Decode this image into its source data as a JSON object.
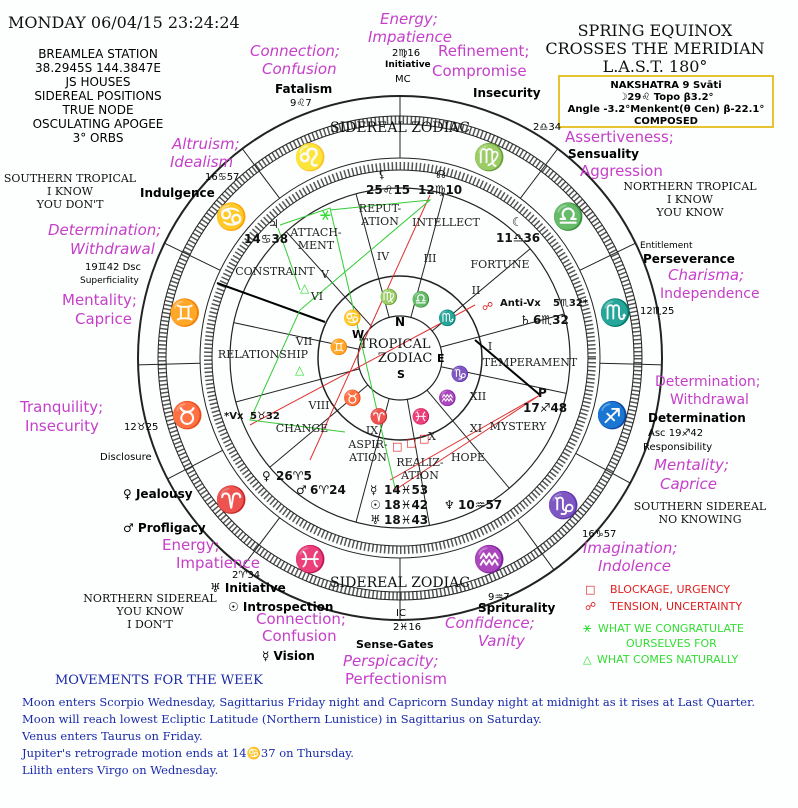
{
  "header": {
    "title": "MONDAY 06/04/15  23:24:24",
    "location": [
      "BREAMLEA STATION",
      "38.2945S  144.3847E",
      "JS HOUSES",
      "SIDEREAL POSITIONS",
      "TRUE NODE",
      "OSCULATING APOGEE",
      "3° ORBS"
    ]
  },
  "event": {
    "lines": [
      "SPRING EQUINOX",
      "CROSSES THE MERIDIAN",
      "L.A.S.T. 180°"
    ]
  },
  "nakshatra": {
    "lines": [
      "NAKSHATRA 9 Svāti",
      "☽29♌ Topo β3.2°",
      "Angle -3.2°Menkent(θ Cen) β-22.1°",
      "COMPOSED"
    ]
  },
  "quadrants": {
    "southern_tropical": [
      "SOUTHERN TROPICAL",
      "I KNOW",
      "YOU DON'T"
    ],
    "northern_tropical": [
      "NORTHERN TROPICAL",
      "I KNOW",
      "YOU KNOW"
    ],
    "southern_sidereal": [
      "SOUTHERN SIDEREAL",
      "NO KNOWING"
    ],
    "northern_sidereal": [
      "NORTHERN SIDEREAL",
      "YOU KNOW",
      "I DON'T"
    ]
  },
  "rings": {
    "outer": "SIDEREAL ZODIAC",
    "outer_bottom": "SIDEREAL ZODIAC",
    "center": [
      "TROPICAL",
      "ZODIAC"
    ],
    "center_letters": [
      "N",
      "E",
      "S",
      "W"
    ]
  },
  "signs": [
    "♌",
    "♍",
    "♎",
    "♏",
    "♐",
    "♑",
    "♒",
    "♓",
    "♈",
    "♉",
    "♊",
    "♋"
  ],
  "inner_signs": [
    "♍",
    "♎",
    "♏",
    "♑",
    "♒",
    "♓",
    "♈",
    "♉",
    "♊",
    "♋"
  ],
  "houses": [
    {
      "num": "I",
      "name": "TEMPERAMENT"
    },
    {
      "num": "II",
      "name": "FORTUNE"
    },
    {
      "num": "III",
      "name": "INTELLECT"
    },
    {
      "num": "IV",
      "name": "REPUT-ATION"
    },
    {
      "num": "V",
      "name": "ATTACH-MENT"
    },
    {
      "num": "VI",
      "name": "CONSTRAINT"
    },
    {
      "num": "VII",
      "name": "RELATIONSHIP"
    },
    {
      "num": "VIII",
      "name": "CHANGE"
    },
    {
      "num": "IX",
      "name": "ASPIR-ATION"
    },
    {
      "num": "X",
      "name": "REALIZ-ATION"
    },
    {
      "num": "XI",
      "name": "HOPE"
    },
    {
      "num": "XII",
      "name": "MYSTERY"
    }
  ],
  "planets": [
    {
      "glyph": "⚸",
      "pos": "25♌15"
    },
    {
      "glyph": "☊",
      "pos": "12♍10"
    },
    {
      "glyph": "☾",
      "pos": "11♎36"
    },
    {
      "glyph": "♃",
      "pos": "14♋38"
    },
    {
      "glyph": "♄",
      "pos": "6♏32"
    },
    {
      "glyph": "Anti-Vx",
      "pos": "5♏32*"
    },
    {
      "glyph": "P",
      "pos": "17♐48"
    },
    {
      "glyph": "♀",
      "pos": "26♈5"
    },
    {
      "glyph": "*Vx",
      "pos": "5♉32"
    },
    {
      "glyph": "♂",
      "pos": "6♈24"
    },
    {
      "glyph": "☿",
      "pos": "14♓53"
    },
    {
      "glyph": "☉",
      "pos": "18♓42"
    },
    {
      "glyph": "♅",
      "pos": "18♓43"
    },
    {
      "glyph": "♆",
      "pos": "10♒57"
    }
  ],
  "cusps": {
    "mc": "2♍16",
    "mc_label": "MC",
    "ic": "2♓16",
    "ic_label": "IC",
    "dsc": "19♊42 Dsc",
    "asc": "Asc 19♐42",
    "c1": "16♋57",
    "c2": "9♌7",
    "c3": "2♎34",
    "c4": "12♏25",
    "c5": "16♑57",
    "c6": "9♒7",
    "c7": "2♈34",
    "c8": "12♉25"
  },
  "black_labels": {
    "fatalism": "Fatalism",
    "initiative_top": "Initiative",
    "insecurity": "Insecurity",
    "sensuality": "Sensuality",
    "indulgence": "Indulgence",
    "superficiality": "Superficiality",
    "entitlement": "Entitlement",
    "perseverance": "Perseverance",
    "disclosure": "Disclosure",
    "determination": "Determination",
    "responsibility": "Responsibility",
    "jealousy": "♀ Jealousy",
    "profligacy": "♂ Profligacy",
    "initiative_bot": "♅ Initiative",
    "introspection": "☉ Introspection",
    "vision": "☿ Vision",
    "sense_gates": "Sense-Gates",
    "spriturality": "Spriturality"
  },
  "purple_labels": {
    "energy_top": "Energy;",
    "impatience_top": "Impatience",
    "connection_top": "Connection;",
    "confusion_top": "Confusion",
    "refinement": "Refinement;",
    "compromise": "Compromise",
    "altruism": "Altruism;",
    "idealism": "Idealism",
    "assertiveness": "Assertiveness;",
    "aggression": "Aggression",
    "determination_l": "Determination;",
    "withdrawal_l": "Withdrawal",
    "charisma": "Charisma;",
    "independence": "Independence",
    "mentality_l": "Mentality;",
    "caprice_l": "Caprice",
    "determination_r": "Determination;",
    "withdrawal_r": "Withdrawal",
    "tranquility": "Tranquility;",
    "insecurity_p": "Insecurity",
    "mentality_r": "Mentality;",
    "caprice_r": "Caprice",
    "energy_bot": "Energy;",
    "impatience_bot": "Impatience",
    "imagination": "Imagination;",
    "indolence": "Indolence",
    "connection_bot": "Connection;",
    "confusion_bot": "Confusion",
    "confidence": "Confidence;",
    "vanity": "Vanity",
    "perspicacity": "Perspicacity;",
    "perfectionism": "Perfectionism"
  },
  "legend": [
    {
      "symbol": "□",
      "text": "BLOCKAGE, URGENCY",
      "color": "#e02020"
    },
    {
      "symbol": "☍",
      "text": "TENSION, UNCERTAINTY",
      "color": "#e02020"
    },
    {
      "symbol": "⚹",
      "text": "WHAT WE CONGRATULATE",
      "text2": "OURSELVES FOR",
      "color": "#33dd33"
    },
    {
      "symbol": "△",
      "text": "WHAT COMES NATURALLY",
      "color": "#33dd33"
    }
  ],
  "movements": {
    "title": "MOVEMENTS FOR THE WEEK",
    "lines": [
      "Moon enters Scorpio Wednesday, Sagittarius Friday night and Capricorn Sunday night at midnight as it rises at Last Quarter.",
      "Moon will reach lowest Ecliptic Latitude (Northern Lunistice) in Sagittarius on Saturday.",
      "Venus enters Taurus on Friday.",
      "Jupiter's retrograde motion ends at 14♋37 on Thursday.",
      "Lilith enters Virgo on Wednesday."
    ]
  }
}
